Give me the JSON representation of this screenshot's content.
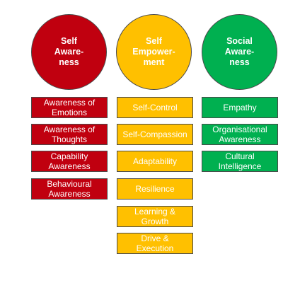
{
  "colors": {
    "red": "#c0000f",
    "yellow": "#ffc000",
    "green": "#00b050",
    "outline": "#4a4a4a"
  },
  "columns": [
    {
      "title": "Self\nAware-\nness",
      "color": "red",
      "items": [
        "Awareness of\nEmotions",
        "Awareness of\nThoughts",
        "Capability\nAwareness",
        "Behavioural\nAwareness"
      ]
    },
    {
      "title": "Self\nEmpower-\nment",
      "color": "yellow",
      "items": [
        "Self-Control",
        "Self-Compassion",
        "Adaptability",
        "Resilience",
        "Learning &\nGrowth",
        "Drive &\nExecution"
      ]
    },
    {
      "title": "Social\nAware-\nness",
      "color": "green",
      "items": [
        "Empathy",
        "Organisational\nAwareness",
        "Cultural\nIntelligence"
      ]
    }
  ]
}
